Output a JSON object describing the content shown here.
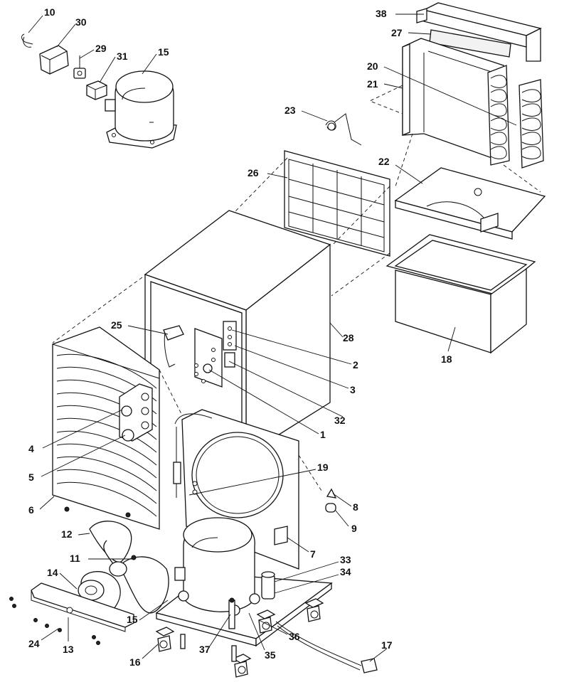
{
  "diagram": {
    "callouts": {
      "c10": "10",
      "c30": "30",
      "c29": "29",
      "c31": "31",
      "c15a": "15",
      "c38": "38",
      "c27": "27",
      "c20": "20",
      "c21": "21",
      "c23": "23",
      "c22": "22",
      "c26": "26",
      "c25": "25",
      "c28": "28",
      "c18": "18",
      "c2": "2",
      "c3": "3",
      "c32": "32",
      "c1": "1",
      "c4": "4",
      "c5": "5",
      "c6": "6",
      "c19": "19",
      "c8": "8",
      "c9": "9",
      "c12": "12",
      "c7": "7",
      "c11": "11",
      "c33": "33",
      "c34": "34",
      "c14": "14",
      "c15b": "15",
      "c36": "36",
      "c24": "24",
      "c13": "13",
      "c37": "37",
      "c35": "35",
      "c17": "17",
      "c16": "16"
    }
  }
}
